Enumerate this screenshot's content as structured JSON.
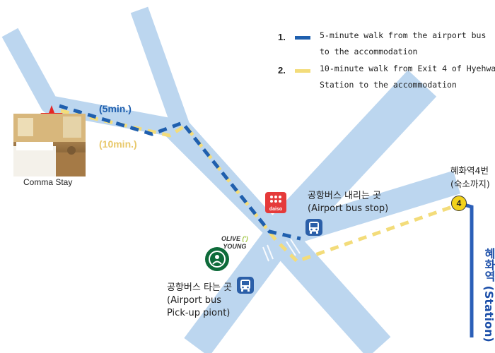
{
  "legend": [
    {
      "number": "1.",
      "text_line1": "5-minute walk from the airport bus",
      "text_line2": "to the accommodation",
      "color": "#1f5fae"
    },
    {
      "number": "2.",
      "text_line1": "10-minute walk from Exit 4 of Hyehwa",
      "text_line2": "Station to the accommodation",
      "color": "#f3dc7a"
    }
  ],
  "hotel": {
    "name": "Comma Stay",
    "marker_icon": "red-star-icon"
  },
  "routes": [
    {
      "label": "(5min.)",
      "color": "#1f5fae"
    },
    {
      "label": "(10min.)",
      "color": "#f0d27a"
    }
  ],
  "stops": {
    "dropoff": {
      "korean": "공항버스 내리는 곳",
      "english": "(Airport bus stop)",
      "icon": "bus-icon"
    },
    "pickup": {
      "korean": "공항버스 타는 곳",
      "english_line1": "(Airport bus",
      "english_line2": "Pick-up piont)",
      "icon": "bus-icon"
    }
  },
  "landmarks": {
    "daiso": "daiso",
    "olive_line1": "OLIVE",
    "olive_line2": "YOUNG",
    "starbucks_icon": "starbucks-icon"
  },
  "station": {
    "korean_line1": "혜화역4번",
    "korean_line2": "(숙소까지)",
    "exit_number": "4",
    "vertical_label": "혜화역 (Station)"
  },
  "colors": {
    "road": "#bcd6ef",
    "route_blue": "#1f5fae",
    "route_yellow": "#f3dc7a",
    "line4": "#2b5fb8"
  }
}
